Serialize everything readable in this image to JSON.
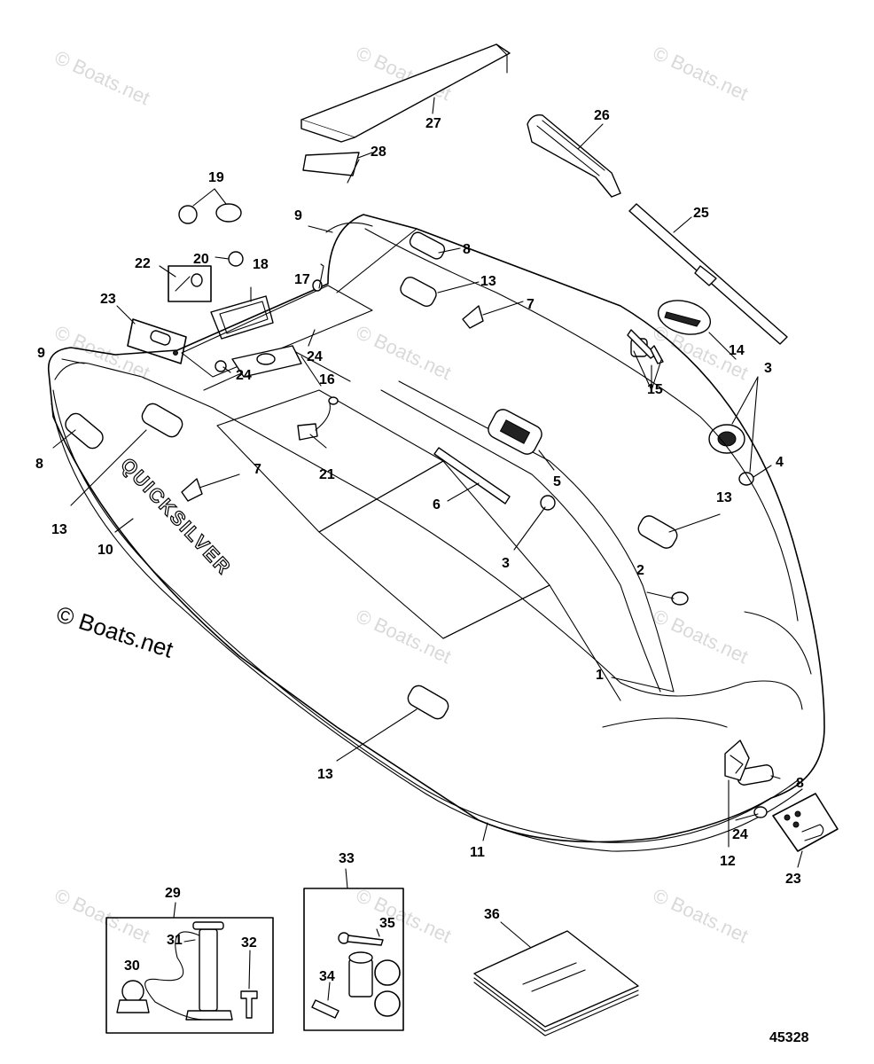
{
  "diagram": {
    "watermark_text": "© Boats.net",
    "copyright_text": "© Boats.net",
    "brand_text": "QUICKSILVER",
    "figure_number": "45328",
    "labels": {
      "l1": "1",
      "l2": "2",
      "l3a": "3",
      "l3b": "3",
      "l4": "4",
      "l5": "5",
      "l6": "6",
      "l7a": "7",
      "l7b": "7",
      "l8a": "8",
      "l8b": "8",
      "l8c": "8",
      "l9a": "9",
      "l9b": "9",
      "l10": "10",
      "l11": "11",
      "l12": "12",
      "l13a": "13",
      "l13b": "13",
      "l13c": "13",
      "l13d": "13",
      "l14": "14",
      "l15": "15",
      "l16": "16",
      "l17": "17",
      "l18": "18",
      "l19": "19",
      "l20": "20",
      "l21": "21",
      "l22": "22",
      "l23a": "23",
      "l23b": "23",
      "l24a": "24",
      "l24b": "24",
      "l24c": "24",
      "l25": "25",
      "l26": "26",
      "l27": "27",
      "l28": "28",
      "l29": "29",
      "l30": "30",
      "l31": "31",
      "l32": "32",
      "l33": "33",
      "l34": "34",
      "l35": "35",
      "l36": "36"
    }
  }
}
